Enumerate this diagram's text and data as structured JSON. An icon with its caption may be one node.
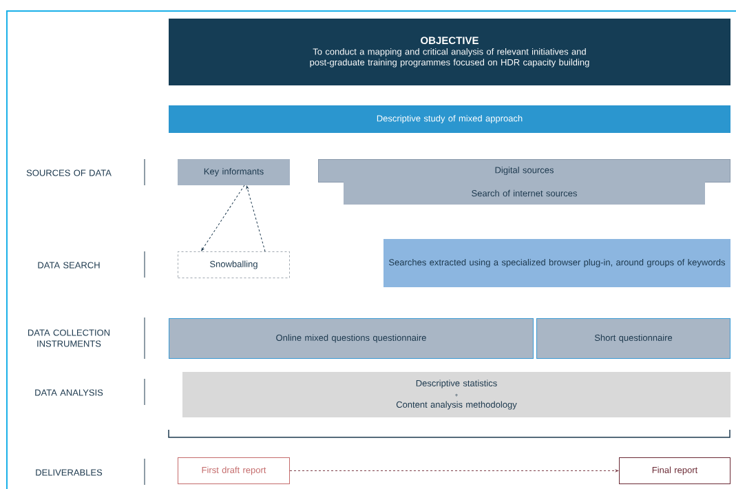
{
  "diagram": {
    "nodes": [
      {
        "text": [
          "OBJECTIVE",
          "To conduct a mapping and critical analysis of relevant initiatives and post-graduate training programmes focused on HDR capacity building"
        ]
      },
      {
        "text": [
          "Descriptive study of mixed approach"
        ]
      },
      {
        "text": [
          "Key informants"
        ]
      },
      {
        "text": [
          "Digital sources"
        ]
      },
      {
        "text": [
          "Search of internet sources"
        ]
      },
      {
        "text": [
          "Snowballing"
        ]
      },
      {
        "text": [
          "Searches extracted using a specialized browser plug-in, around groups of keywords"
        ]
      },
      {
        "text": [
          "Online mixed questions questionnaire"
        ]
      },
      {
        "text": [
          "Short questionnaire"
        ]
      },
      {
        "text": [
          "Descriptive statistics",
          "+",
          "Content analysis methodology"
        ]
      },
      {
        "text": [
          "First draft report"
        ]
      },
      {
        "text": [
          "Final report"
        ]
      }
    ],
    "edges": [
      {
        "from": 2,
        "to": 5,
        "arrow": "to",
        "style": "dashed"
      },
      {
        "from": 5,
        "to": 2,
        "arrow": "to",
        "style": "dashed"
      },
      {
        "from": 10,
        "to": 11,
        "arrow": "to",
        "style": "dashed",
        "color": "#7b3c47"
      }
    ],
    "labels": [
      "SOURCES OF DATA",
      "DATA SEARCH",
      "DATA COLLECTION INSTRUMENTS",
      "DATA ANALYSIS",
      "DELIVERABLES"
    ]
  }
}
